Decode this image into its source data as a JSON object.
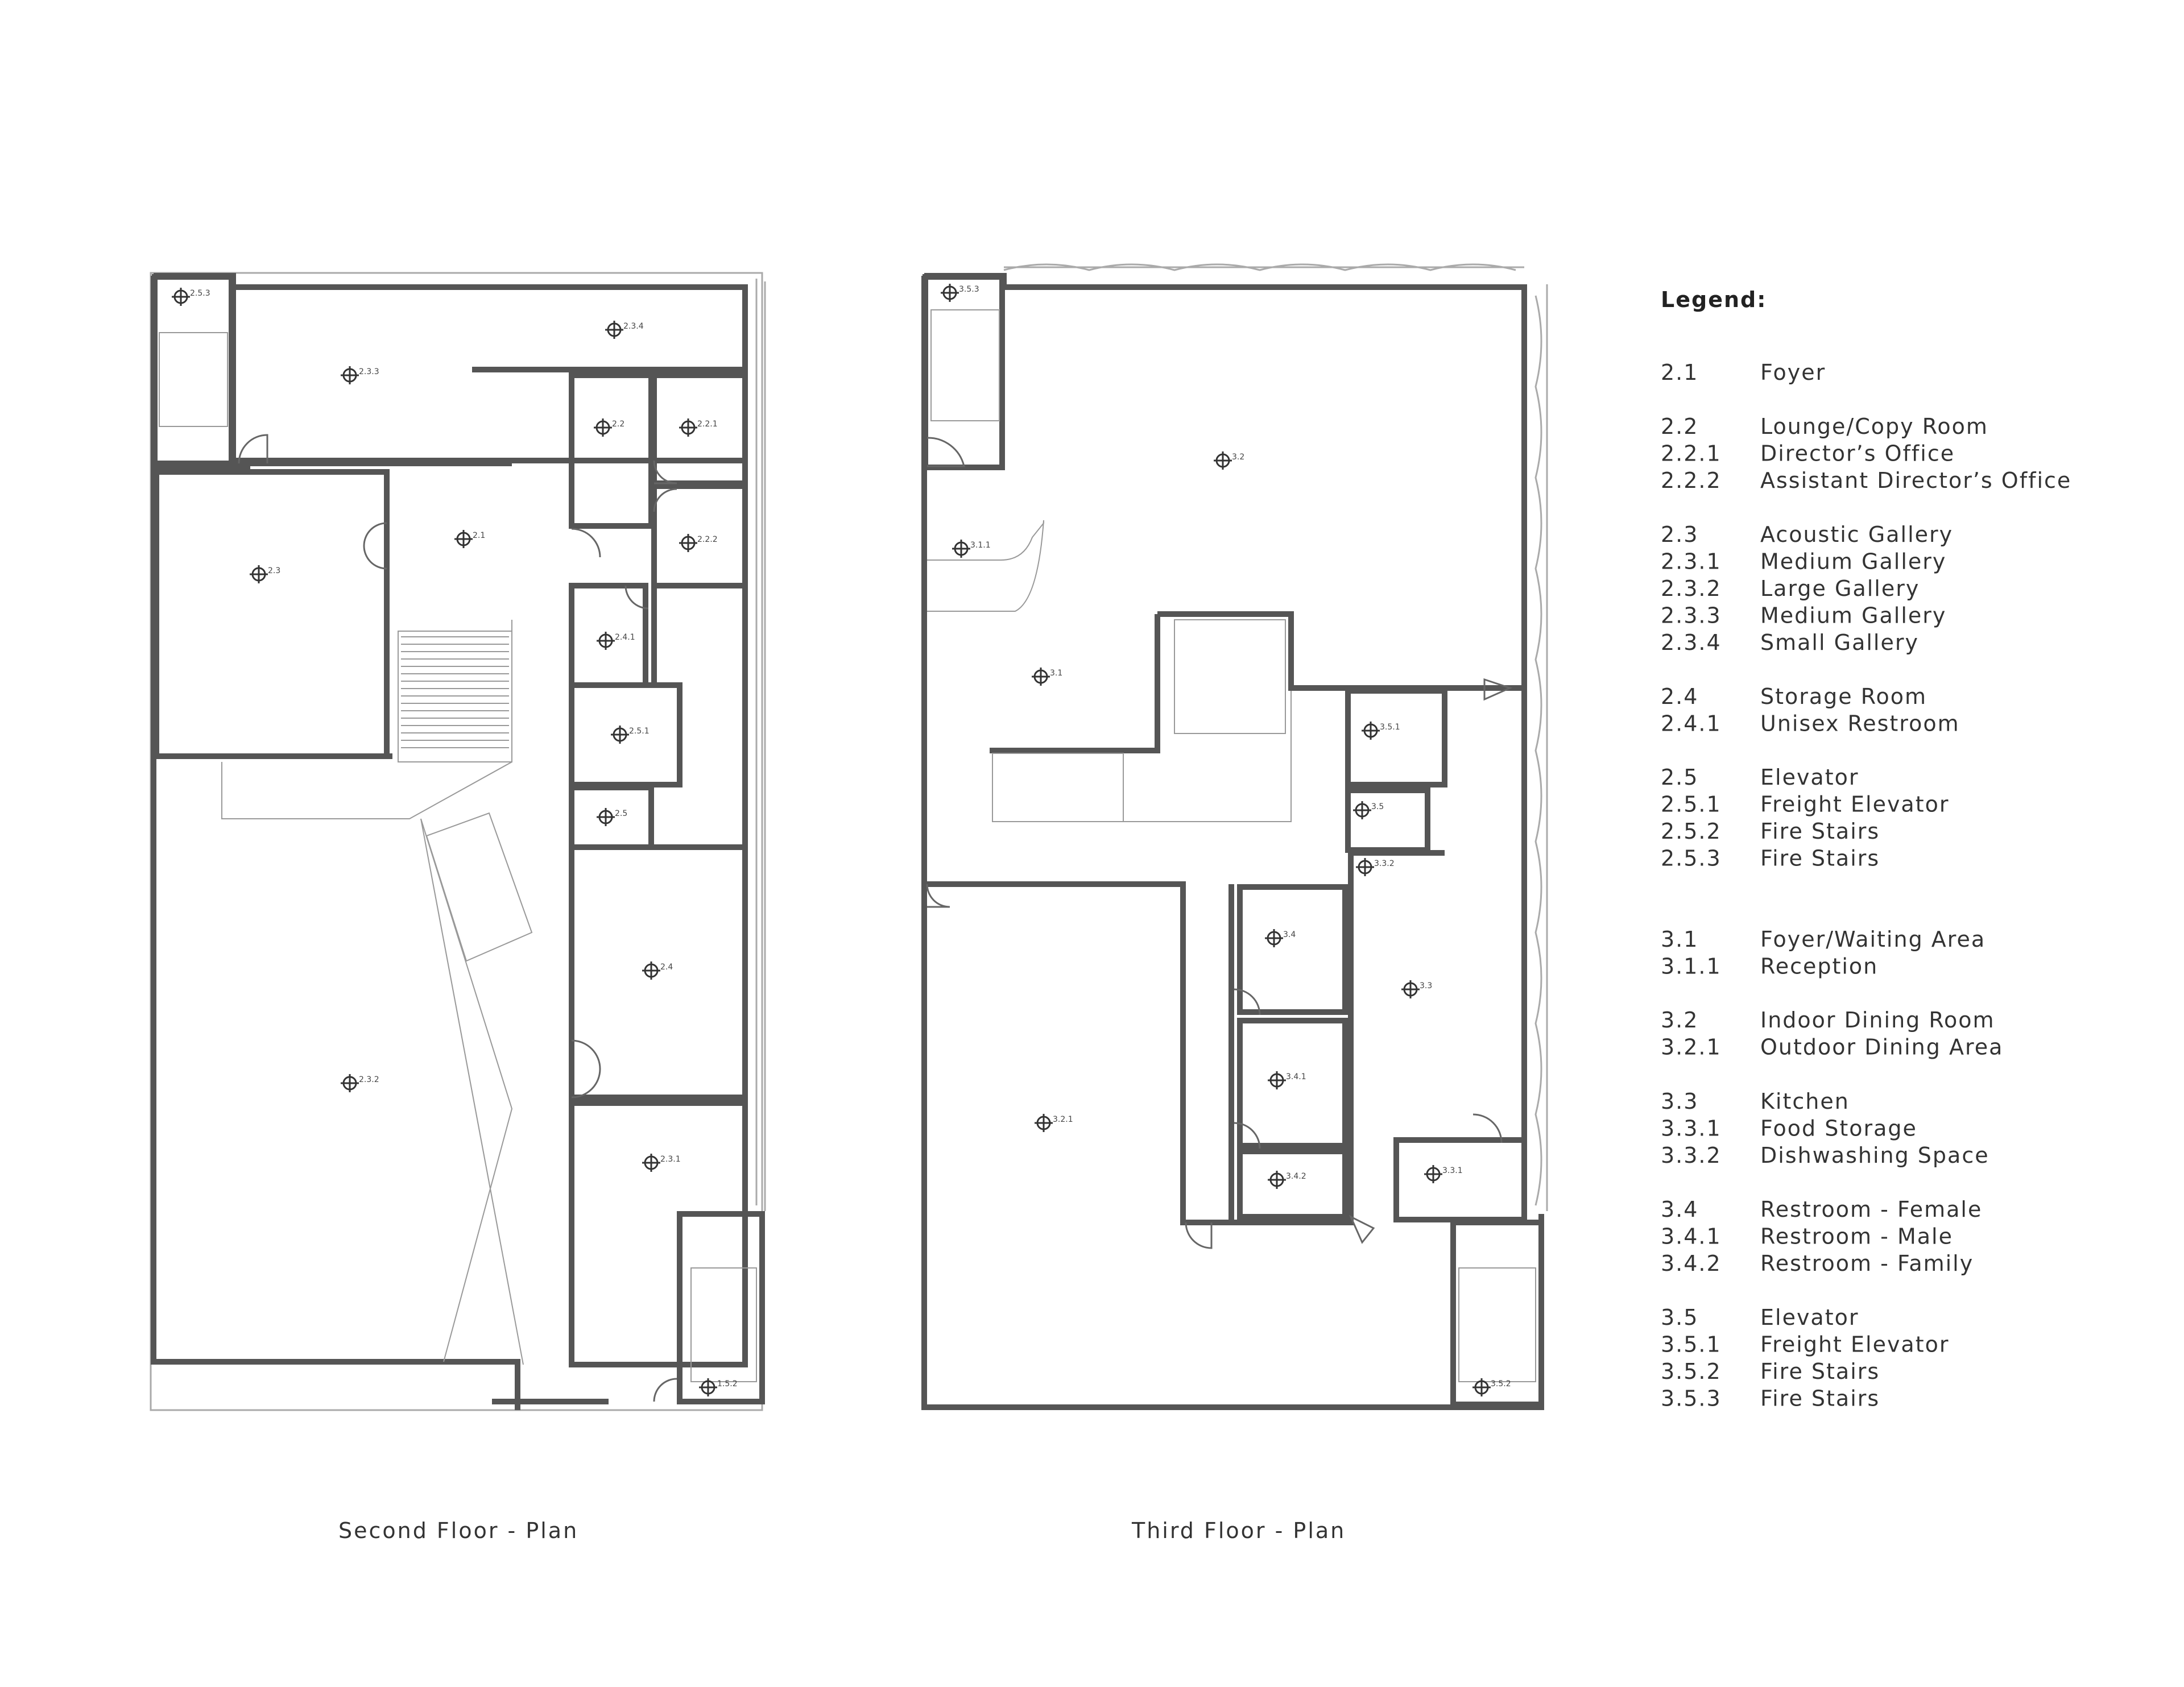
{
  "plans": {
    "second": {
      "title": "Second Floor - Plan",
      "tags": [
        {
          "id": "253",
          "label": "2.5.3"
        },
        {
          "id": "234",
          "label": "2.3.4"
        },
        {
          "id": "233",
          "label": "2.3.3"
        },
        {
          "id": "22",
          "label": "2.2"
        },
        {
          "id": "221",
          "label": "2.2.1"
        },
        {
          "id": "21",
          "label": "2.1"
        },
        {
          "id": "222",
          "label": "2.2.2"
        },
        {
          "id": "23",
          "label": "2.3"
        },
        {
          "id": "241",
          "label": "2.4.1"
        },
        {
          "id": "251",
          "label": "2.5.1"
        },
        {
          "id": "25",
          "label": "2.5"
        },
        {
          "id": "24",
          "label": "2.4"
        },
        {
          "id": "232",
          "label": "2.3.2"
        },
        {
          "id": "231",
          "label": "2.3.1"
        },
        {
          "id": "152",
          "label": "1.5.2"
        }
      ]
    },
    "third": {
      "title": "Third Floor - Plan",
      "tags": [
        {
          "id": "353",
          "label": "3.5.3"
        },
        {
          "id": "32",
          "label": "3.2"
        },
        {
          "id": "311",
          "label": "3.1.1"
        },
        {
          "id": "31",
          "label": "3.1"
        },
        {
          "id": "351",
          "label": "3.5.1"
        },
        {
          "id": "35",
          "label": "3.5"
        },
        {
          "id": "332",
          "label": "3.3.2"
        },
        {
          "id": "34",
          "label": "3.4"
        },
        {
          "id": "33",
          "label": "3.3"
        },
        {
          "id": "341",
          "label": "3.4.1"
        },
        {
          "id": "321",
          "label": "3.2.1"
        },
        {
          "id": "342",
          "label": "3.4.2"
        },
        {
          "id": "331",
          "label": "3.3.1"
        },
        {
          "id": "352",
          "label": "3.5.2"
        }
      ]
    }
  },
  "legend": {
    "title": "Legend:",
    "groups": [
      [
        {
          "num": "2.1",
          "name": "Foyer"
        }
      ],
      [
        {
          "num": "2.2",
          "name": "Lounge/Copy Room"
        },
        {
          "num": "2.2.1",
          "name": "Director’s Office"
        },
        {
          "num": "2.2.2",
          "name": "Assistant Director’s Office"
        }
      ],
      [
        {
          "num": "2.3",
          "name": "Acoustic Gallery"
        },
        {
          "num": "2.3.1",
          "name": "Medium Gallery"
        },
        {
          "num": "2.3.2",
          "name": "Large Gallery"
        },
        {
          "num": "2.3.3",
          "name": "Medium Gallery"
        },
        {
          "num": "2.3.4",
          "name": "Small Gallery"
        }
      ],
      [
        {
          "num": "2.4",
          "name": "Storage Room"
        },
        {
          "num": "2.4.1",
          "name": "Unisex Restroom"
        }
      ],
      [
        {
          "num": "2.5",
          "name": "Elevator"
        },
        {
          "num": "2.5.1",
          "name": "Freight Elevator"
        },
        {
          "num": "2.5.2",
          "name": "Fire Stairs"
        },
        {
          "num": "2.5.3",
          "name": "Fire Stairs"
        }
      ],
      [
        {
          "num": "3.1",
          "name": "Foyer/Waiting Area"
        },
        {
          "num": "3.1.1",
          "name": "Reception"
        }
      ],
      [
        {
          "num": "3.2",
          "name": "Indoor Dining Room"
        },
        {
          "num": "3.2.1",
          "name": "Outdoor Dining Area"
        }
      ],
      [
        {
          "num": "3.3",
          "name": "Kitchen"
        },
        {
          "num": "3.3.1",
          "name": "Food Storage"
        },
        {
          "num": "3.3.2",
          "name": "Dishwashing Space"
        }
      ],
      [
        {
          "num": "3.4",
          "name": "Restroom - Female"
        },
        {
          "num": "3.4.1",
          "name": "Restroom - Male"
        },
        {
          "num": "3.4.2",
          "name": "Restroom - Family"
        }
      ],
      [
        {
          "num": "3.5",
          "name": "Elevator"
        },
        {
          "num": "3.5.1",
          "name": "Freight Elevator"
        },
        {
          "num": "3.5.2",
          "name": "Fire Stairs"
        },
        {
          "num": "3.5.3",
          "name": "Fire Stairs"
        }
      ]
    ]
  }
}
